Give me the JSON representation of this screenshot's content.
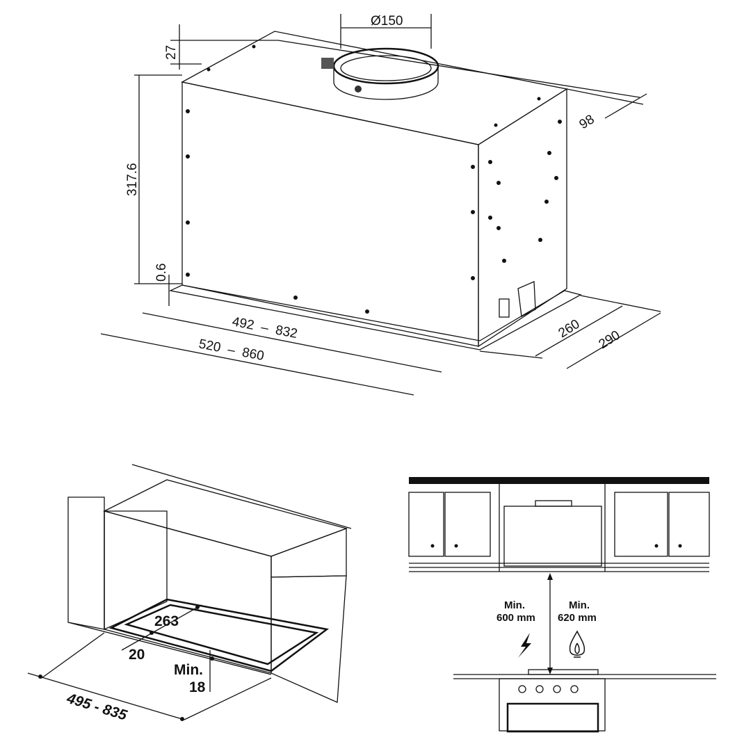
{
  "hood_drawing": {
    "duct_diameter": "Ø150",
    "top_offset": "27",
    "height": "317.6",
    "plate_thickness": "0.6",
    "depth_rear": "98",
    "inner_width": "492  –  832",
    "outer_width": "520  –  860",
    "inner_depth": "260",
    "outer_depth": "290"
  },
  "cutout_drawing": {
    "cutout_depth": "263",
    "edge_offset": "20",
    "min_label": "Min.",
    "min_thickness": "18",
    "cutout_width": "495 - 835"
  },
  "installation_drawing": {
    "electric": {
      "min_label": "Min.",
      "distance": "600 mm",
      "icon": "lightning-icon"
    },
    "gas": {
      "min_label": "Min.",
      "distance": "620 mm",
      "icon": "flame-icon"
    }
  },
  "colors": {
    "line": "#111111",
    "panel": "#d9d9d9",
    "wall": "#e6e6e6"
  }
}
